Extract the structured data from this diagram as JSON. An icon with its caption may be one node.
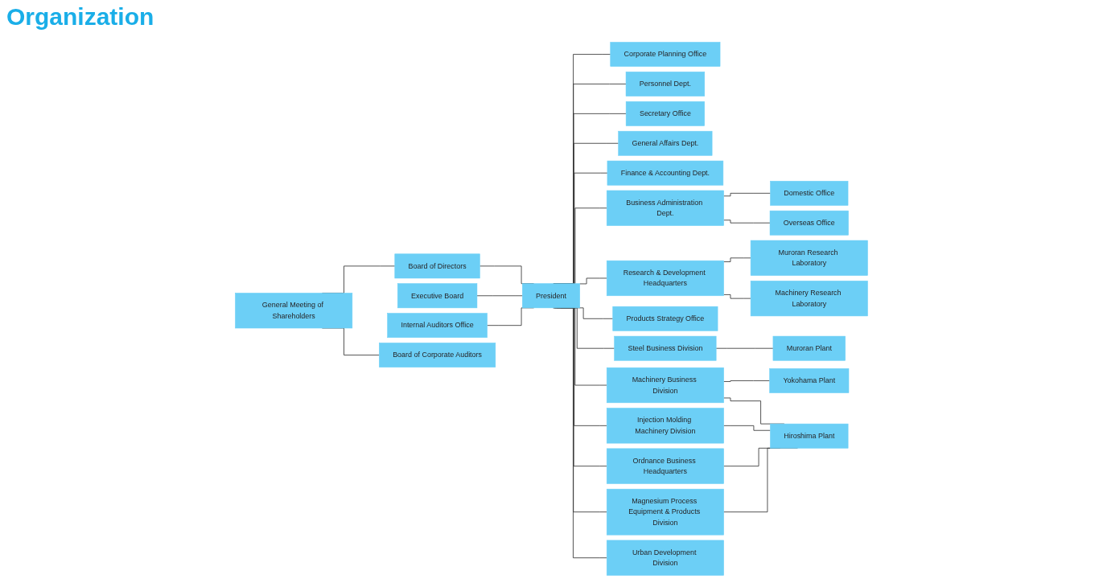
{
  "diagram": {
    "title": "Organization",
    "nodes": [
      {
        "text": [
          "General Meeting of Shareholders"
        ]
      },
      {
        "text": [
          "Board of Directors"
        ]
      },
      {
        "text": [
          "Executive Board"
        ]
      },
      {
        "text": [
          "President"
        ]
      },
      {
        "text": [
          "Internal Auditors Office"
        ]
      },
      {
        "text": [
          "Board of Corporate Auditors"
        ]
      },
      {
        "text": [
          "Corporate Planning Office"
        ]
      },
      {
        "text": [
          "Personnel Dept."
        ]
      },
      {
        "text": [
          "Secretary Office"
        ]
      },
      {
        "text": [
          "General Affairs Dept."
        ]
      },
      {
        "text": [
          "Finance & Accounting Dept."
        ]
      },
      {
        "text": [
          "Business Administration Dept."
        ]
      },
      {
        "text": [
          "Research & Development Headquarters"
        ]
      },
      {
        "text": [
          "Muroran Research Laboratory"
        ]
      },
      {
        "text": [
          "Machinery Research Laboratory"
        ]
      },
      {
        "text": [
          "Products Strategy Office"
        ]
      },
      {
        "text": [
          "Steel Business Division"
        ]
      },
      {
        "text": [
          "Machinery Business Division"
        ]
      },
      {
        "text": [
          "Injection Molding Machinery Division"
        ]
      },
      {
        "text": [
          "Ordnance Business Headquarters"
        ]
      },
      {
        "text": [
          "Magnesium Process Equipment & Products Division"
        ]
      },
      {
        "text": [
          "Urban Development Division"
        ]
      },
      {
        "text": [
          "Domestic Office"
        ]
      },
      {
        "text": [
          "Overseas Office"
        ]
      },
      {
        "text": [
          "Muroran Plant"
        ]
      },
      {
        "text": [
          "Yokohama Plant"
        ]
      },
      {
        "text": [
          "Hiroshima Plant"
        ]
      }
    ],
    "edges": [
      {
        "from": 0,
        "to": 1,
        "arrow": "none"
      },
      {
        "from": 0,
        "to": 5,
        "arrow": "none"
      },
      {
        "from": 1,
        "to": 3,
        "arrow": "none"
      },
      {
        "from": 2,
        "to": 3,
        "arrow": "none"
      },
      {
        "from": 4,
        "to": 3,
        "arrow": "none"
      },
      {
        "from": 3,
        "to": 6,
        "arrow": "none"
      },
      {
        "from": 3,
        "to": 7,
        "arrow": "none"
      },
      {
        "from": 3,
        "to": 8,
        "arrow": "none"
      },
      {
        "from": 3,
        "to": 9,
        "arrow": "none"
      },
      {
        "from": 3,
        "to": 10,
        "arrow": "none"
      },
      {
        "from": 3,
        "to": 11,
        "arrow": "none"
      },
      {
        "from": 3,
        "to": 12,
        "arrow": "none"
      },
      {
        "from": 3,
        "to": 15,
        "arrow": "none"
      },
      {
        "from": 3,
        "to": 16,
        "arrow": "none"
      },
      {
        "from": 3,
        "to": 17,
        "arrow": "none"
      },
      {
        "from": 3,
        "to": 18,
        "arrow": "none"
      },
      {
        "from": 3,
        "to": 19,
        "arrow": "none"
      },
      {
        "from": 3,
        "to": 20,
        "arrow": "none"
      },
      {
        "from": 3,
        "to": 21,
        "arrow": "none"
      },
      {
        "from": 12,
        "to": 13,
        "arrow": "none"
      },
      {
        "from": 12,
        "to": 14,
        "arrow": "none"
      },
      {
        "from": 11,
        "to": 22,
        "arrow": "none"
      },
      {
        "from": 11,
        "to": 23,
        "arrow": "none"
      },
      {
        "from": 16,
        "to": 24,
        "arrow": "none"
      },
      {
        "from": 17,
        "to": 25,
        "arrow": "none"
      },
      {
        "from": 17,
        "to": 26,
        "arrow": "none"
      },
      {
        "from": 18,
        "to": 26,
        "arrow": "none"
      },
      {
        "from": 19,
        "to": 26,
        "arrow": "none"
      },
      {
        "from": 20,
        "to": 26,
        "arrow": "none"
      }
    ]
  }
}
